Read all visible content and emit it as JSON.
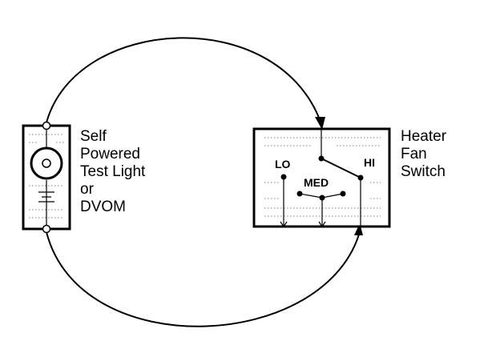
{
  "test_device": {
    "label_lines": [
      "Self",
      "Powered",
      "Test Light",
      "or",
      "DVOM"
    ]
  },
  "switch": {
    "label_lines": [
      "Heater",
      "Fan",
      "Switch"
    ],
    "positions": {
      "lo": "LO",
      "med": "MED",
      "hi": "HI"
    }
  }
}
